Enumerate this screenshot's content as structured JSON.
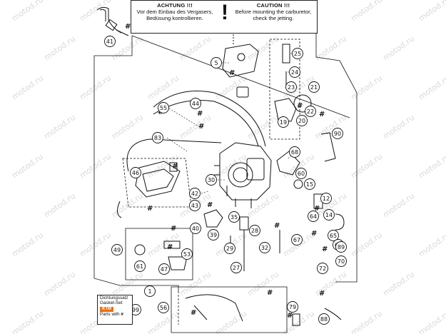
{
  "warning": {
    "de_title": "ACHTUNG !!!",
    "de_line1": "Vor dem Einbau des Vergasers,",
    "de_line2": "Bedüsung kontrollieren.",
    "symbol": "!",
    "en_title": "CAUTION !!!",
    "en_line1": "Before mounting the carburetor,",
    "en_line2": "check the jetting."
  },
  "kit_legend": {
    "line1": "Dichtungssatz",
    "line2": "Gasket-Set",
    "brand": "KTM",
    "line3": "Parts with",
    "mark": "#"
  },
  "watermark_text": "motod.ru",
  "hash_mark": "#",
  "callouts": [
    "1",
    "5",
    "12",
    "14",
    "15",
    "19",
    "20",
    "21",
    "22",
    "23",
    "24",
    "25",
    "27",
    "28",
    "29",
    "30",
    "32",
    "35",
    "39",
    "40",
    "41",
    "42",
    "43",
    "44",
    "46",
    "47",
    "49",
    "53",
    "55",
    "56",
    "60",
    "61",
    "64",
    "65",
    "67",
    "68",
    "69",
    "70",
    "72",
    "79",
    "83",
    "88",
    "89",
    "90",
    "99"
  ],
  "colors": {
    "line": "#111111",
    "watermark": "#d9d9d9",
    "kit_brand": "#e8700f"
  }
}
